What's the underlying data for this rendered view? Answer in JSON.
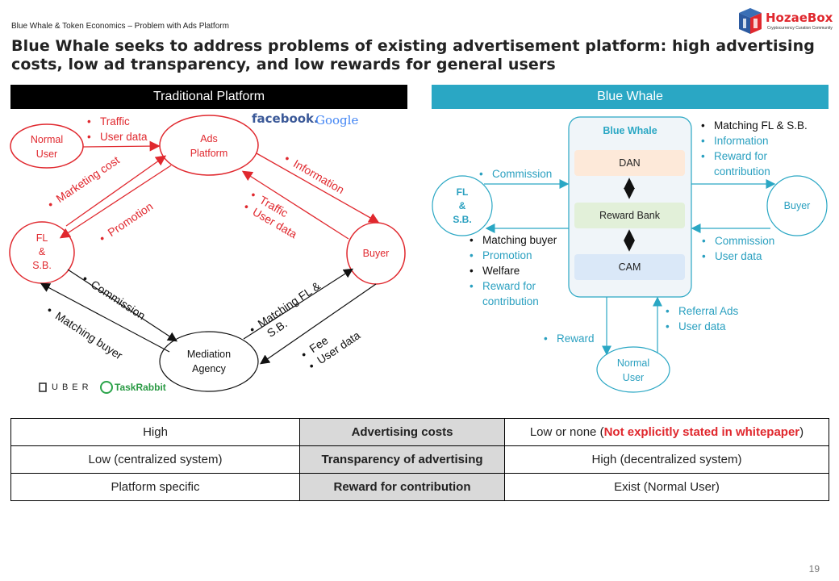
{
  "breadcrumb": "Blue Whale & Token Economics – Problem with Ads Platform",
  "title": "Blue Whale seeks to address problems of existing advertisement platform: high advertising costs, low ad transparency, and low rewards for general users",
  "logo": {
    "name": "HozaeBox",
    "tagline": "Cryptocurrency Curation Community"
  },
  "traditional": {
    "header": "Traditional Platform",
    "brands": {
      "facebook": "facebook.",
      "google": "Google",
      "uber": "UBER",
      "taskrabbit": "TaskRabbit"
    },
    "nodes": {
      "normal_user": [
        "Normal",
        "User"
      ],
      "ads_platform": [
        "Ads",
        "Platform"
      ],
      "fl_sb": [
        "FL",
        "&",
        "S.B."
      ],
      "buyer": "Buyer",
      "mediation": [
        "Mediation",
        "Agency"
      ]
    },
    "labels": {
      "traffic_user": [
        "Traffic",
        "User data"
      ],
      "marketing_cost": "Marketing cost",
      "promotion": "Promotion",
      "information": "Information",
      "traffic_user_data": [
        "Traffic",
        "User data"
      ],
      "commission": "Commission",
      "matching_buyer": "Matching buyer",
      "matching_fl": [
        "Matching FL &",
        "S.B."
      ],
      "fee_user": [
        "Fee",
        "User data"
      ]
    }
  },
  "bluewhale": {
    "header": "Blue Whale",
    "center_title": "Blue Whale",
    "boxes": [
      "DAN",
      "Reward Bank",
      "CAM"
    ],
    "nodes": {
      "fl_sb": [
        "FL",
        "&",
        "S.B."
      ],
      "buyer": "Buyer",
      "normal_user": [
        "Normal",
        "User"
      ]
    },
    "labels": {
      "commission_left": "Commission",
      "to_fl": [
        {
          "text": "Matching buyer",
          "color": "black"
        },
        {
          "text": "Promotion",
          "color": "teal"
        },
        {
          "text": "Welfare",
          "color": "black"
        },
        {
          "text": "Reward for contribution",
          "color": "teal"
        }
      ],
      "to_buyer": [
        {
          "text": "Matching FL & S.B.",
          "color": "black"
        },
        {
          "text": "Information",
          "color": "teal"
        },
        {
          "text": "Reward for contribution",
          "color": "teal"
        }
      ],
      "from_buyer": [
        "Commission",
        "User data"
      ],
      "from_user": [
        "Referral Ads",
        "User data"
      ],
      "reward": "Reward"
    },
    "colors": {
      "teal": "#2aa7c4",
      "dan": "#fde9d9",
      "reward_bank": "#e2f0d9",
      "cam": "#dae8f8",
      "center_bg": "#f0f5f9"
    }
  },
  "table": {
    "rows": [
      {
        "left": "High",
        "mid": "Advertising costs",
        "right_pre": "Low or none (",
        "right_red": "Not explicitly stated in whitepaper",
        "right_post": ")"
      },
      {
        "left": "Low (centralized system)",
        "mid": "Transparency of advertising",
        "right_pre": "High (decentralized system)",
        "right_red": "",
        "right_post": ""
      },
      {
        "left": "Platform specific",
        "mid": "Reward for contribution",
        "right_pre": "Exist (Normal User)",
        "right_red": "",
        "right_post": ""
      }
    ]
  },
  "page_number": "19"
}
